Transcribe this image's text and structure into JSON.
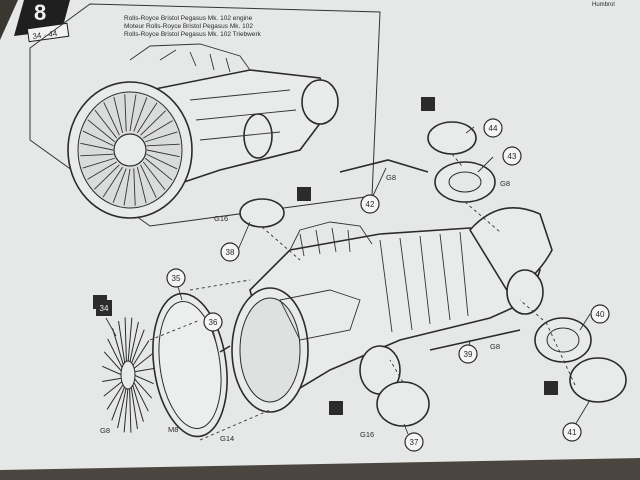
{
  "step": {
    "number": "8",
    "sub_tab": "34 · 44"
  },
  "header_right": "Humbrol",
  "inset_titles": [
    "Rolls-Royce Bristol Pegasus Mk. 102 engine",
    "Moteur Rolls-Royce Bristol Pegasus Mk. 102",
    "Rolls-Royce Bristol Pegasus Mk. 102 Triebwerk"
  ],
  "callouts": [
    {
      "id": "c34",
      "label": "34",
      "style": "dark"
    },
    {
      "id": "c35",
      "label": "35",
      "style": "circle"
    },
    {
      "id": "c36",
      "label": "36",
      "style": "circle"
    },
    {
      "id": "c37",
      "label": "37",
      "style": "circle"
    },
    {
      "id": "c38",
      "label": "38",
      "style": "circle"
    },
    {
      "id": "c39",
      "label": "39",
      "style": "circle"
    },
    {
      "id": "c40",
      "label": "40",
      "style": "circle"
    },
    {
      "id": "c41",
      "label": "41",
      "style": "circle"
    },
    {
      "id": "c42",
      "label": "42",
      "style": "circle"
    },
    {
      "id": "c43",
      "label": "43",
      "style": "circle"
    },
    {
      "id": "c44",
      "label": "44",
      "style": "circle"
    }
  ],
  "paint_codes": {
    "g8_a": "G8",
    "g8_b": "G8",
    "g8_c": "G8",
    "g8_d": "G8",
    "g16_a": "G16",
    "g16_b": "G16",
    "g14": "G14",
    "m8": "M8"
  },
  "colors": {
    "paper": "#e6e8e7",
    "ink": "#2b2b2b",
    "background": "#3a3630"
  }
}
